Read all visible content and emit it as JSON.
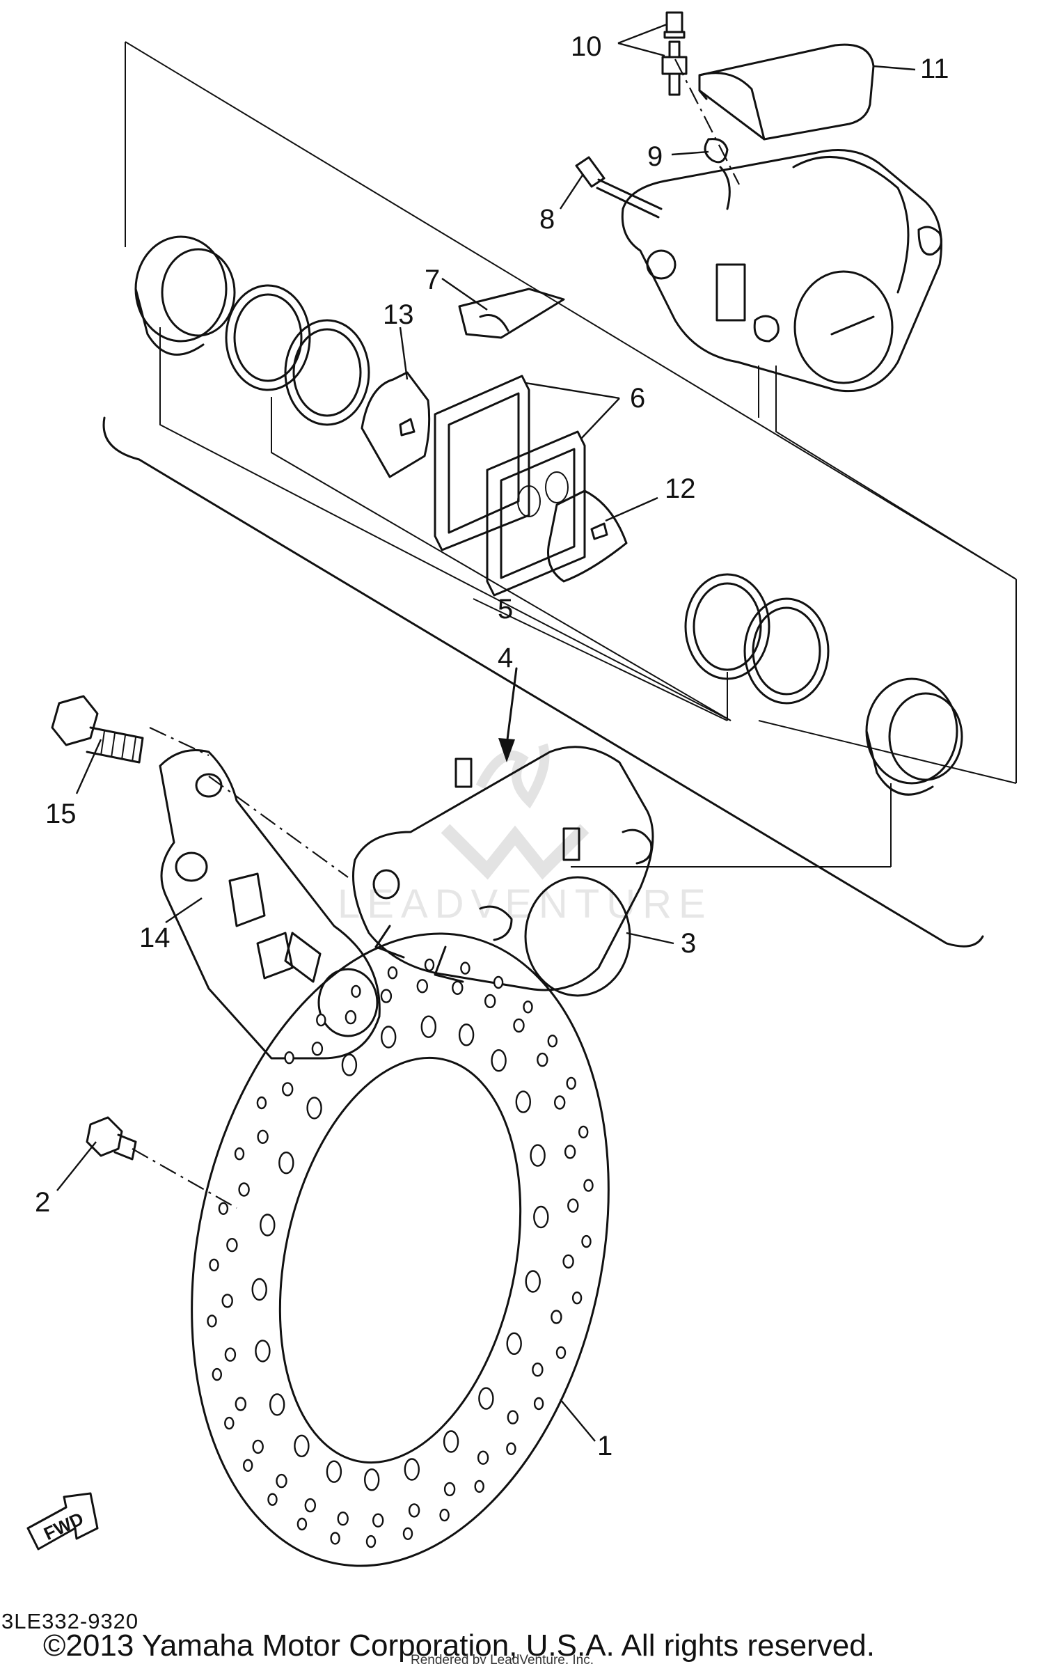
{
  "diagram": {
    "code": "3LE332-9320",
    "copyright": "©2013 Yamaha Motor Corporation, U.S.A. All rights reserved.",
    "rendered_by": "Rendered by LeadVenture, Inc.",
    "watermark": "LEADVENTURE",
    "fwd_label": "FWD"
  },
  "callouts": [
    {
      "id": "1",
      "label": "1"
    },
    {
      "id": "2",
      "label": "2"
    },
    {
      "id": "3",
      "label": "3"
    },
    {
      "id": "4",
      "label": "4"
    },
    {
      "id": "5",
      "label": "5"
    },
    {
      "id": "6",
      "label": "6"
    },
    {
      "id": "7",
      "label": "7"
    },
    {
      "id": "8",
      "label": "8"
    },
    {
      "id": "9",
      "label": "9"
    },
    {
      "id": "10",
      "label": "10"
    },
    {
      "id": "11",
      "label": "11"
    },
    {
      "id": "12",
      "label": "12"
    },
    {
      "id": "13",
      "label": "13"
    },
    {
      "id": "14",
      "label": "14"
    },
    {
      "id": "15",
      "label": "15"
    }
  ]
}
